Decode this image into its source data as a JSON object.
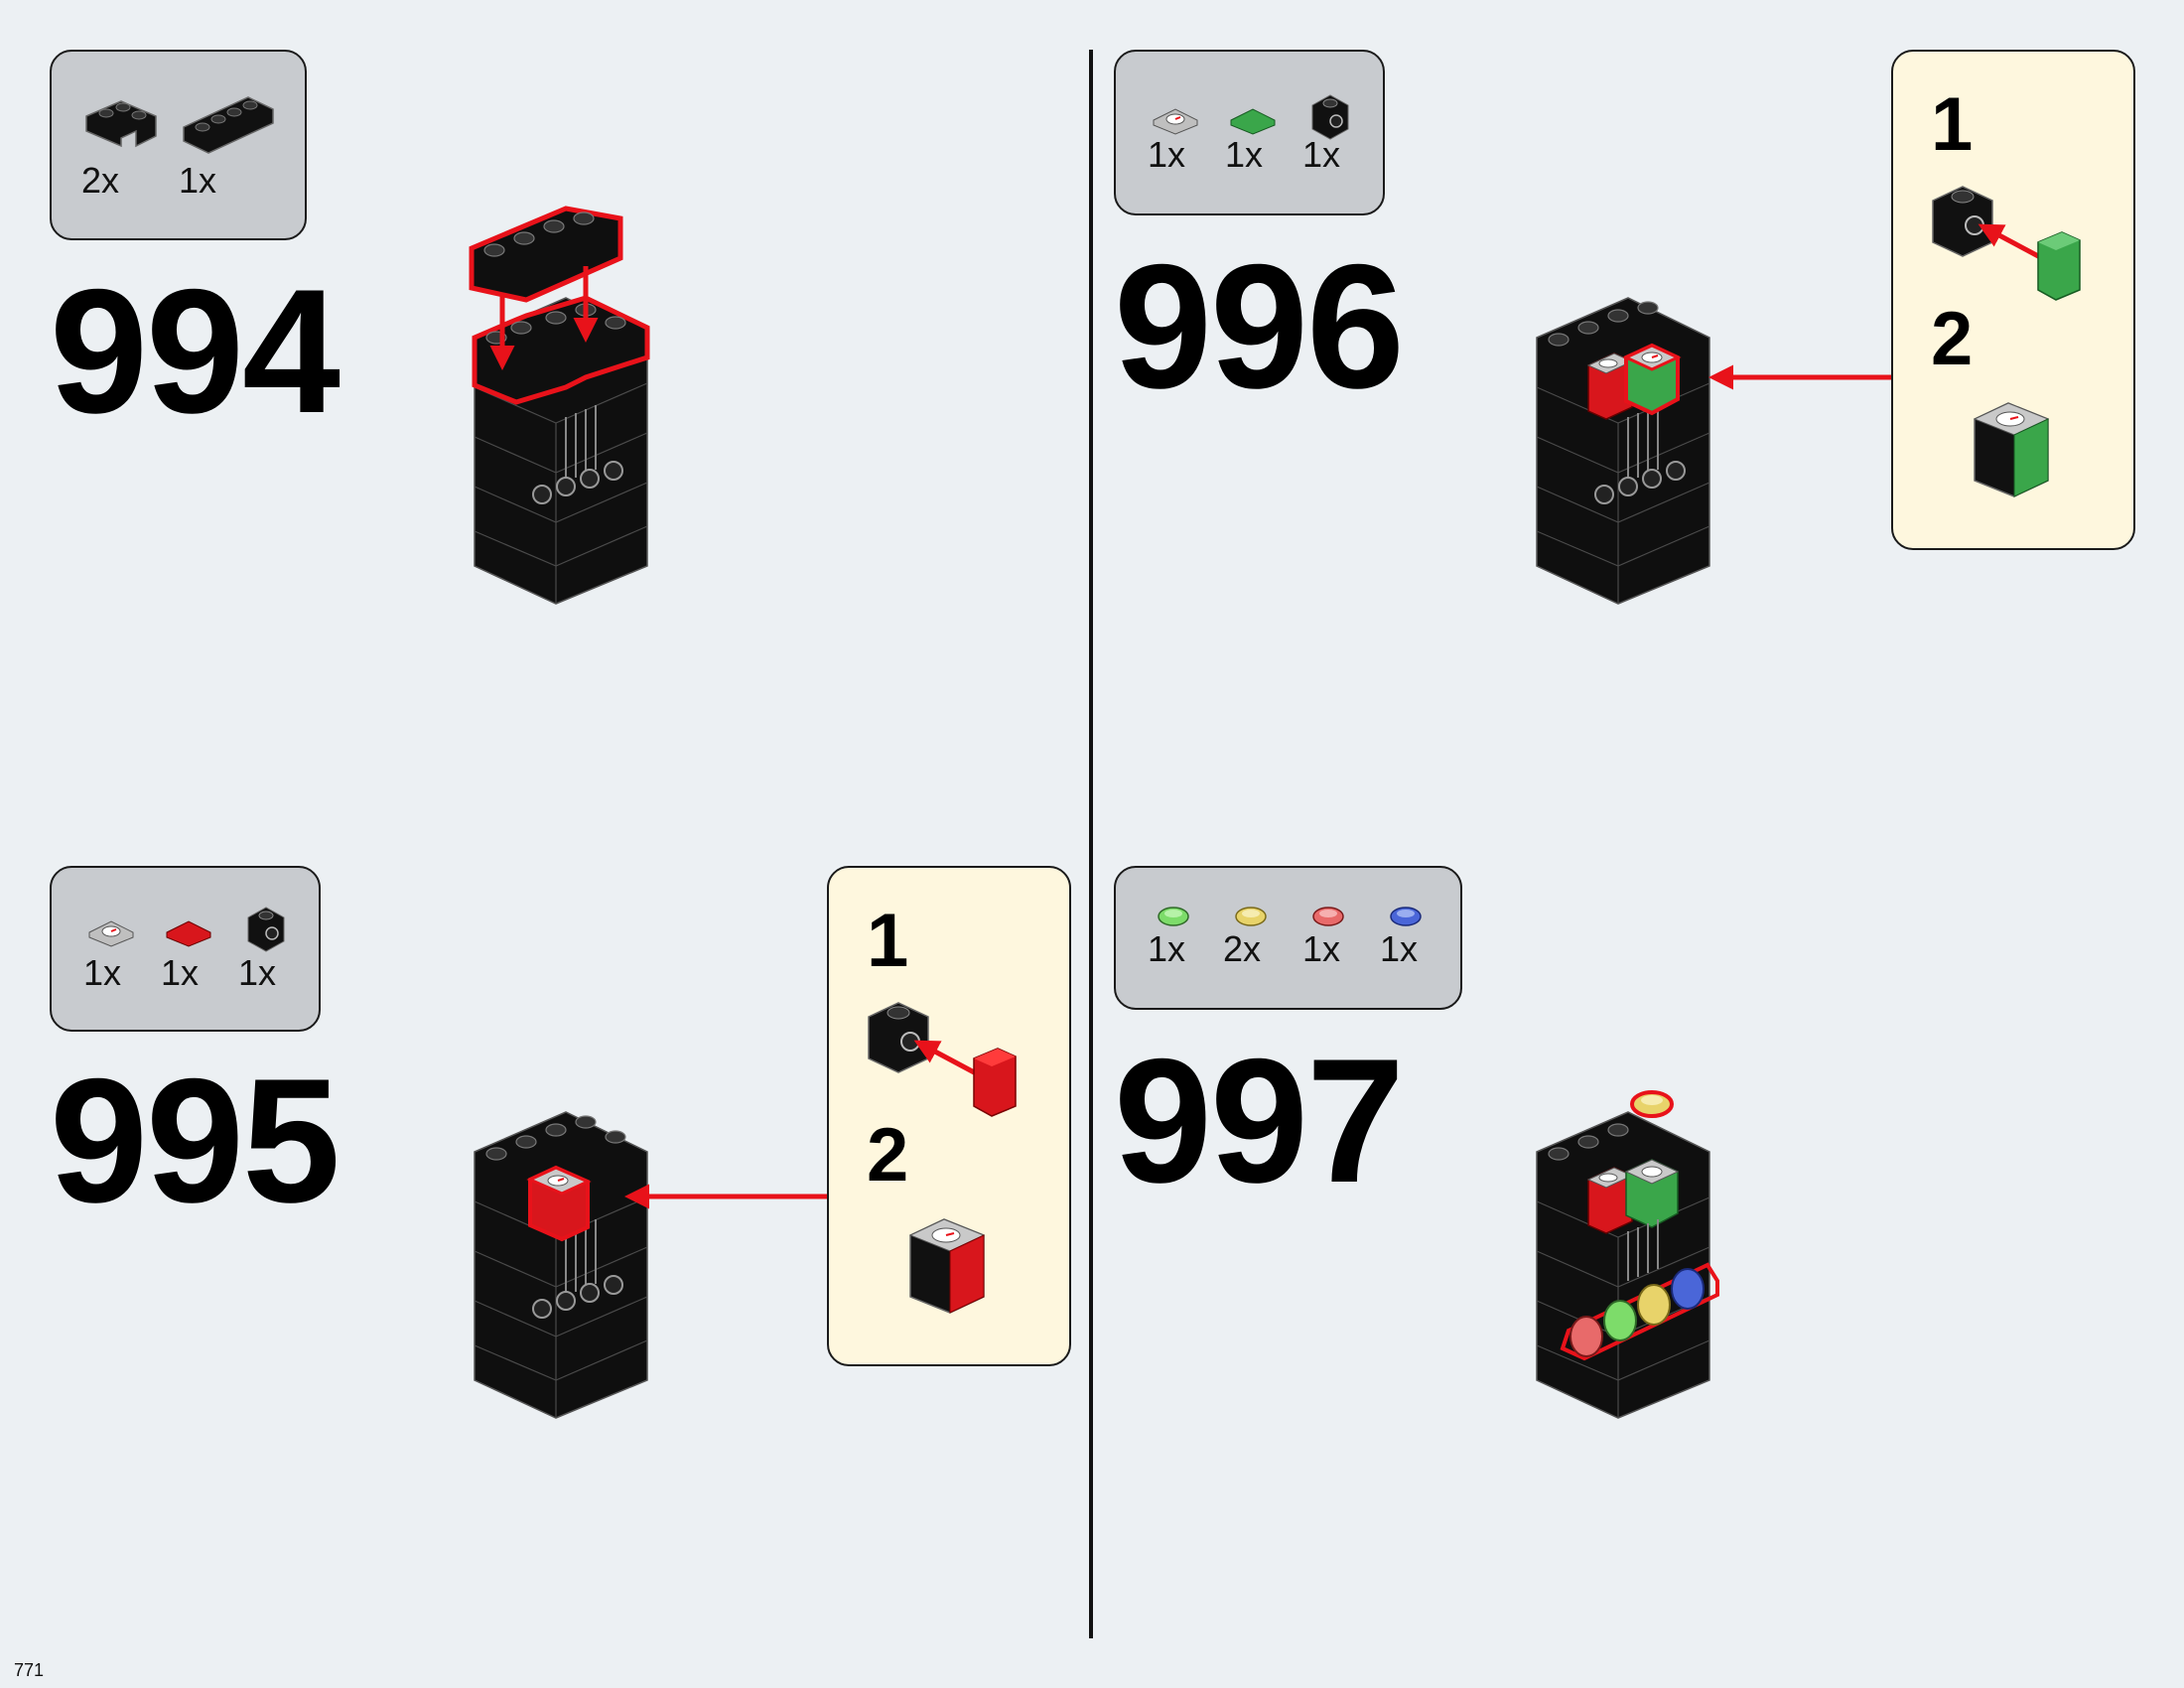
{
  "page_number": "771",
  "steps": [
    {
      "number": "994",
      "parts": [
        "2x",
        "1x"
      ]
    },
    {
      "number": "995",
      "parts": [
        "1x",
        "1x",
        "1x"
      ],
      "substeps": [
        "1",
        "2"
      ]
    },
    {
      "number": "996",
      "parts": [
        "1x",
        "1x",
        "1x"
      ],
      "substeps": [
        "1",
        "2"
      ]
    },
    {
      "number": "997",
      "parts": [
        "1x",
        "2x",
        "1x",
        "1x"
      ]
    }
  ],
  "colors": {
    "background": "#ecf0f3",
    "parts_box": "#c8cbcf",
    "callout_box": "#fef7de",
    "highlight": "#e8121a",
    "brick_black": "#111111",
    "tile_green": "#3aa64a",
    "tile_red": "#d8161c",
    "round_green": "#7ddc6a",
    "round_yellow": "#e8d36a",
    "round_red": "#e86a6a",
    "round_blue": "#4a66d8"
  },
  "icons": [
    "corner-brick-icon",
    "brick-1x4-icon",
    "gauge-tile-icon",
    "red-tile-icon",
    "green-tile-icon",
    "headlight-brick-icon",
    "round-tile-green-icon",
    "round-tile-yellow-icon",
    "round-tile-red-icon",
    "round-tile-blue-icon"
  ]
}
